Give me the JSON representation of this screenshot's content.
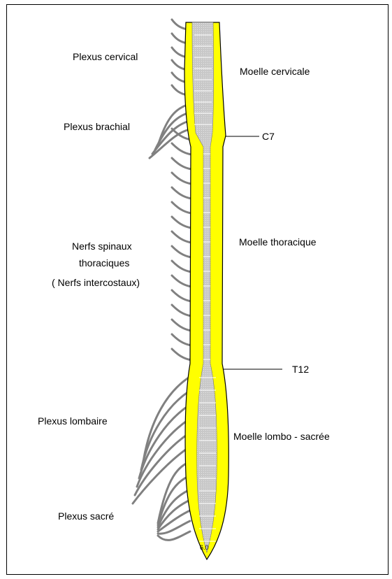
{
  "diagram": {
    "colors": {
      "cord_fill": "#c8c8c8",
      "cord_grid": "#e6e6e6",
      "cord_border": "#ffff00",
      "outline": "#000000",
      "nerve": "#808080",
      "background": "#ffffff"
    },
    "left_labels": {
      "plexus_cervical": "Plexus cervical",
      "plexus_brachial": "Plexus brachial",
      "nerfs_line1": "Nerfs spinaux",
      "nerfs_line2": "thoraciques",
      "nerfs_line3": "( Nerfs intercostaux)",
      "plexus_lombaire": "Plexus lombaire",
      "plexus_sacre": "Plexus sacré"
    },
    "right_labels": {
      "moelle_cervicale": "Moelle cervicale",
      "moelle_thoracique": "Moelle thoracique",
      "moelle_lombo_sacree": "Moelle lombo - sacrée"
    },
    "markers": {
      "c7": "C7",
      "t12": "T12"
    },
    "tip_label": "6.0"
  }
}
